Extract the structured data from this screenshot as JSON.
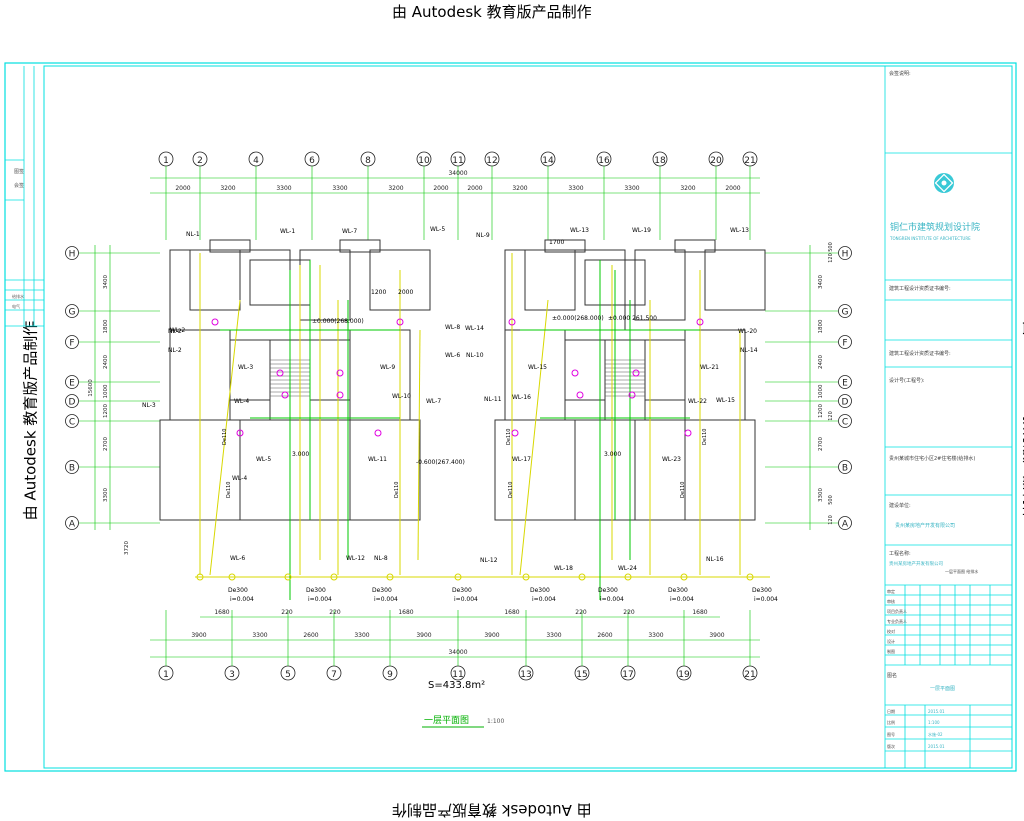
{
  "watermark": "由 Autodesk 教育版产品制作",
  "drawing": {
    "top_axes": [
      "1",
      "2",
      "4",
      "6",
      "8",
      "10",
      "11",
      "12",
      "14",
      "16",
      "18",
      "20",
      "21"
    ],
    "top_dims": [
      "2000",
      "3200",
      "3300",
      "3300",
      "3200",
      "2000",
      "2000",
      "3200",
      "3300",
      "3300",
      "3200",
      "2000"
    ],
    "top_total": "34000",
    "bottom_axes": [
      "1",
      "3",
      "5",
      "7",
      "9",
      "11",
      "13",
      "15",
      "17",
      "19",
      "21"
    ],
    "bottom_dims": [
      "3900",
      "3300",
      "2600",
      "3300",
      "3900",
      "3900",
      "3300",
      "2600",
      "3300",
      "3900"
    ],
    "bottom_sub_dims": [
      "1680",
      "220",
      "220",
      "1680",
      "1680",
      "220",
      "220",
      "1680"
    ],
    "bottom_total": "34000",
    "row_axes": [
      "H",
      "G",
      "F",
      "E",
      "D",
      "C",
      "B",
      "A"
    ],
    "left_dims": [
      "3400",
      "1800",
      "2400",
      "1000",
      "1200",
      "2700",
      "3300"
    ],
    "left_total": "15600",
    "left_extra": "3720",
    "right_dims": [
      "3400",
      "1800",
      "2400",
      "1000",
      "1200",
      "2700",
      "3300"
    ],
    "right_extra": [
      "500",
      "120",
      "120",
      "500",
      "120"
    ],
    "pipe_labels": [
      "NL-1",
      "WL-1",
      "WL-7",
      "WL-5",
      "NL-9",
      "WL-13",
      "WL-19",
      "WL-13",
      "NL-2",
      "WL-2",
      "WL-8",
      "WL-14",
      "WL-20",
      "NL-2",
      "WL-6",
      "NL-10",
      "NL-14",
      "WL-3",
      "WL-9",
      "WL-15",
      "WL-21",
      "NL-3",
      "WL-4",
      "WL-10",
      "WL-7",
      "NL-11",
      "WL-16",
      "WL-22",
      "WL-15",
      "WL-5",
      "WL-11",
      "WL-17",
      "WL-23",
      "WL-4",
      "WL-6",
      "WL-12",
      "NL-8",
      "NL-12",
      "WL-18",
      "WL-24",
      "NL-16"
    ],
    "elevations": [
      "±0.000(268.000)",
      "±0.000(268.000)",
      "±0.000 261.500",
      "-0.600(267.400)",
      "3.000",
      "3.000"
    ],
    "dims_misc": [
      "1200",
      "2000",
      "1700"
    ],
    "pipe_specs": [
      "De300",
      "De300",
      "De300",
      "De300",
      "De300",
      "De300",
      "De300",
      "De300"
    ],
    "slopes": [
      "i=0.004",
      "i=0.004",
      "i=0.004",
      "i=0.004",
      "i=0.004",
      "i=0.004",
      "i=0.004",
      "i=0.004"
    ],
    "pipe_size": "De110",
    "area": "S=433.8m²",
    "drawing_title": "一层平面图",
    "scale": "1:100"
  },
  "title_block": {
    "notes_label": "会签说明:",
    "institute": "铜仁市建筑规划设计院",
    "institute_sub": "TONGREN INSTITUTE OF ARCHITECTURE",
    "cert_1": "建筑工程设计资质证书编号:",
    "cert_2": "建筑工程设计资质证书编号:",
    "plan_label": "设计号(工程号):",
    "project": "贵州某城市住宅小区2#住宅楼(给排水)",
    "client_label": "建设单位:",
    "client": "贵州某房地产开发有限公司",
    "design_label": "工程名称:",
    "design": "贵州某房地产开发有限公司",
    "small_right": "一层平面图 给排水",
    "roles": [
      "审定",
      "审核",
      "项目负责人",
      "专业负责人",
      "校对",
      "设计",
      "制图"
    ],
    "drawing_name_label": "图名",
    "drawing_name": "一层平面图",
    "meta_labels": [
      "日期",
      "比例",
      "图号",
      "版次"
    ],
    "meta_values": [
      "2015.01",
      "1:100",
      "水施-02",
      "2015.01"
    ]
  },
  "left_strip": [
    "图签",
    "会签",
    "给排水",
    "电气"
  ]
}
